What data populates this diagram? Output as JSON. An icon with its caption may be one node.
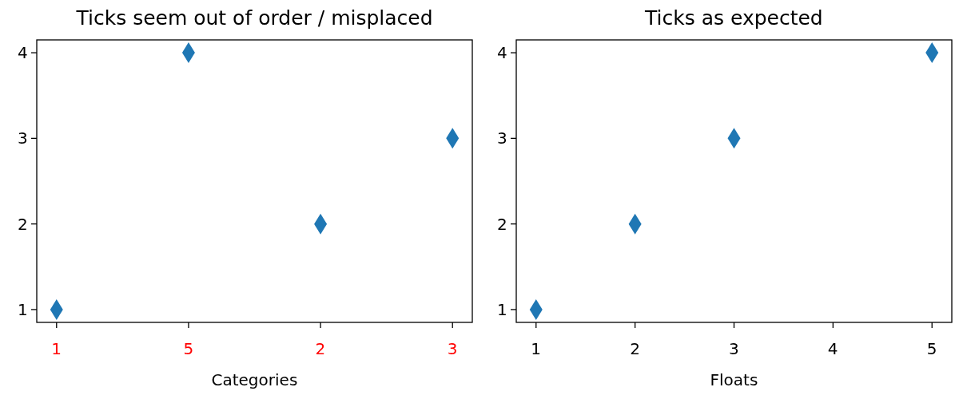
{
  "diagram": {
    "chart_data": [
      {
        "type": "scatter",
        "title": "Ticks seem out of order / misplaced",
        "xlabel": "Categories",
        "categories": [
          "1",
          "5",
          "2",
          "3"
        ],
        "series": [
          {
            "color": "#1f77b4",
            "values": [
              1,
              4,
              2,
              3
            ]
          }
        ],
        "ylim": [
          0.85,
          4.15
        ],
        "yticks": [
          1,
          2,
          3,
          4
        ]
      },
      {
        "type": "scatter",
        "title": "Ticks as expected",
        "xlabel": "Floats",
        "x": [
          1,
          2,
          3,
          5
        ],
        "series": [
          {
            "color": "#1f77b4",
            "values": [
              1,
              2,
              3,
              4
            ]
          }
        ],
        "xlim": [
          0.8,
          5.2
        ],
        "ylim": [
          0.85,
          4.15
        ],
        "xticks": [
          1,
          2,
          3,
          4,
          5
        ],
        "yticks": [
          1,
          2,
          3,
          4
        ]
      }
    ]
  }
}
